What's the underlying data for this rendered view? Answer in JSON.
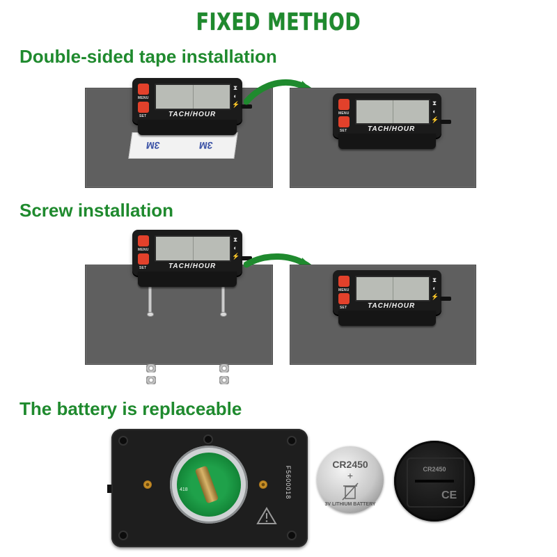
{
  "title": "FIXED METHOD",
  "sections": {
    "tape": {
      "heading": "Double-sided tape installation",
      "tape_text": "3M"
    },
    "screw": {
      "heading": "Screw installation"
    },
    "battery": {
      "heading": "The battery is replaceable"
    }
  },
  "meter": {
    "label": "TACH/HOUR",
    "button_top": "MENU",
    "button_bottom": "SET",
    "symbols": [
      "⧗",
      "◐",
      "⚡"
    ]
  },
  "battery": {
    "coin_model": "CR2450",
    "coin_plus": "+",
    "coin_ring": "3V LITHIUM BATTERY",
    "cap_model": "CR2450",
    "cap_ce": "CE",
    "back_serial": "F5600018",
    "board_text": "418"
  },
  "colors": {
    "accent": "#1f8a2e",
    "plate": "#5f5f5f",
    "button": "#e2412b"
  }
}
